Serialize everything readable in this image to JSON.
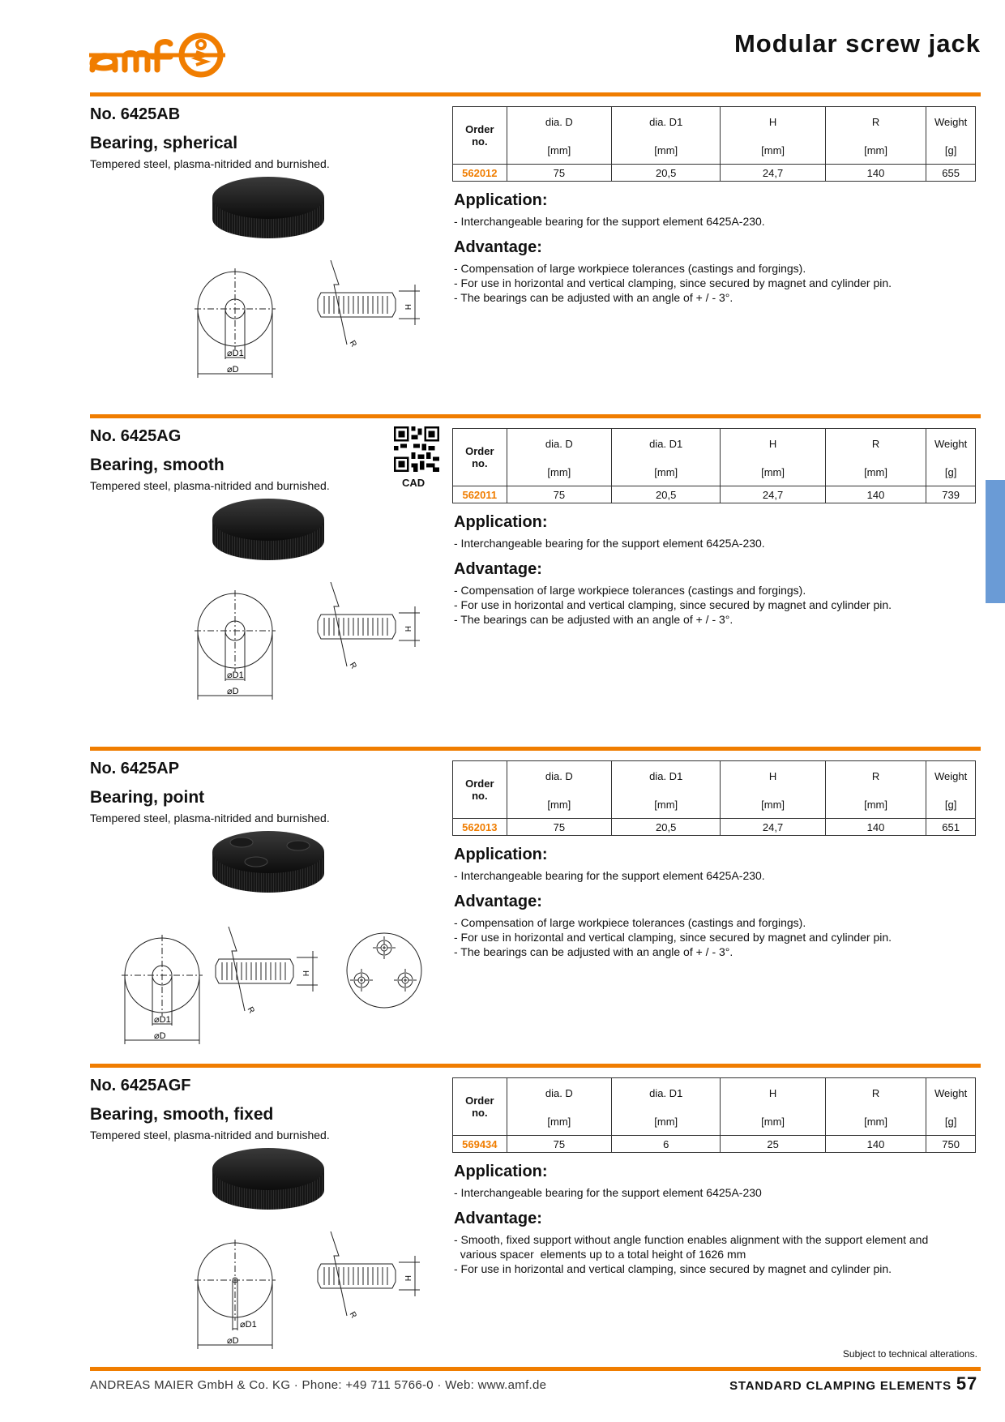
{
  "header": {
    "brand": "amf",
    "title": "Modular screw jack"
  },
  "table_headers": {
    "order": [
      "Order",
      "no."
    ],
    "cols": [
      {
        "label": "dia. D",
        "unit": "[mm]"
      },
      {
        "label": "dia. D1",
        "unit": "[mm]"
      },
      {
        "label": "H",
        "unit": "[mm]"
      },
      {
        "label": "R",
        "unit": "[mm]"
      },
      {
        "label": "Weight",
        "unit": "[g]"
      }
    ]
  },
  "sections": [
    {
      "no": "No. 6425AB",
      "name": "Bearing, spherical",
      "desc": "Tempered steel, plasma-nitrided and burnished.",
      "row": {
        "order": "562012",
        "d": "75",
        "d1": "20,5",
        "h": "24,7",
        "r": "140",
        "weight": "655"
      },
      "application_heading": "Application:",
      "application": "- Interchangeable bearing for the support element 6425A-230.",
      "advantage_heading": "Advantage:",
      "advantage": [
        "- Compensation of large workpiece tolerances (castings and forgings).",
        "- For use in horizontal and vertical clamping, since secured by magnet and cylinder pin.",
        "- The bearings can be adjusted with an angle of + / - 3°."
      ]
    },
    {
      "no": "No. 6425AG",
      "name": "Bearing, smooth",
      "desc": "Tempered steel, plasma-nitrided and burnished.",
      "row": {
        "order": "562011",
        "d": "75",
        "d1": "20,5",
        "h": "24,7",
        "r": "140",
        "weight": "739"
      },
      "application_heading": "Application:",
      "application": "- Interchangeable bearing for the support element 6425A-230.",
      "advantage_heading": "Advantage:",
      "advantage": [
        "- Compensation of large workpiece tolerances (castings and forgings).",
        "- For use in horizontal and vertical clamping, since secured by magnet and cylinder pin.",
        "- The bearings can be adjusted with an angle of + / - 3°."
      ]
    },
    {
      "no": "No. 6425AP",
      "name": "Bearing, point",
      "desc": "Tempered steel, plasma-nitrided and burnished.",
      "row": {
        "order": "562013",
        "d": "75",
        "d1": "20,5",
        "h": "24,7",
        "r": "140",
        "weight": "651"
      },
      "application_heading": "Application:",
      "application": "- Interchangeable bearing for the support element 6425A-230.",
      "advantage_heading": "Advantage:",
      "advantage": [
        "- Compensation of large workpiece tolerances (castings and forgings).",
        "- For use in horizontal and vertical clamping, since secured by magnet and cylinder pin.",
        "- The bearings can be adjusted with an angle of + / - 3°."
      ]
    },
    {
      "no": "No. 6425AGF",
      "name": "Bearing, smooth, fixed",
      "desc": "Tempered steel, plasma-nitrided and burnished.",
      "row": {
        "order": "569434",
        "d": "75",
        "d1": "6",
        "h": "25",
        "r": "140",
        "weight": "750"
      },
      "application_heading": "Application:",
      "application": "- Interchangeable bearing for the support element 6425A-230",
      "advantage_heading": "Advantage:",
      "advantage": [
        "- Smooth, fixed support without angle function enables alignment with the support element and\n  various spacer  elements up to a total height of 1626 mm",
        "- For use in horizontal and vertical clamping, since secured by magnet and cylinder pin."
      ]
    }
  ],
  "drawing_labels": {
    "d": "⌀D",
    "d1": "⌀D1",
    "h": "H",
    "r": "R"
  },
  "cad_label": "CAD",
  "footer": {
    "note": "Subject to technical alterations.",
    "company": "ANDREAS MAIER GmbH & Co. KG  ·  Phone: +49 711 5766-0  ·  Web: www.amf.de",
    "catalog": "STANDARD CLAMPING ELEMENTS",
    "page": "57"
  },
  "colors": {
    "accent": "#f07d00",
    "side_tab": "#6a9bd6"
  }
}
